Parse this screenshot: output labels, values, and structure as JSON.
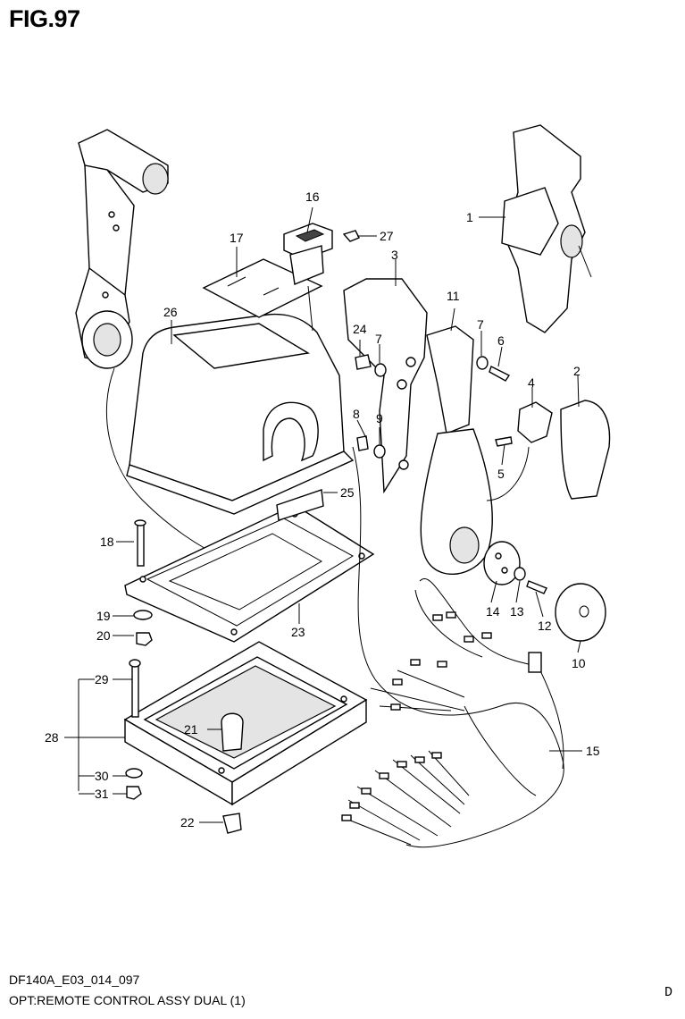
{
  "figure": {
    "title": "FIG.97"
  },
  "footer": {
    "code": "DF140A_E03_014_097",
    "description": "OPT:REMOTE CONTROL ASSY DUAL (1)",
    "letter": "D"
  },
  "callouts": {
    "c1": "1",
    "c2": "2",
    "c3": "3",
    "c4": "4",
    "c5": "5",
    "c6": "6",
    "c7a": "7",
    "c7b": "7",
    "c8": "8",
    "c9": "9",
    "c10": "10",
    "c11": "11",
    "c12": "12",
    "c13": "13",
    "c14": "14",
    "c15": "15",
    "c16": "16",
    "c17": "17",
    "c18": "18",
    "c19": "19",
    "c20": "20",
    "c21": "21",
    "c22": "22",
    "c23": "23",
    "c24": "24",
    "c25": "25",
    "c26": "26",
    "c27": "27",
    "c28": "28",
    "c29": "29",
    "c30": "30",
    "c31": "31"
  }
}
